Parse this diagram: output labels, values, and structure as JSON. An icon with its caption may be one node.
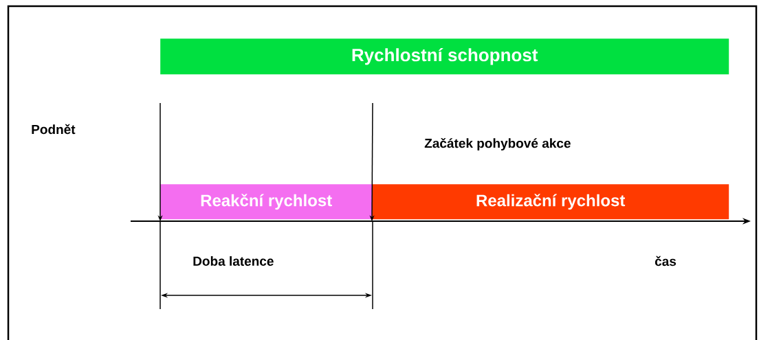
{
  "diagram": {
    "nodes": [
      {
        "text": [
          "Rychlostní schopnost"
        ]
      },
      {
        "text": [
          "Reakční rychlost"
        ]
      },
      {
        "text": [
          "Realizační rychlost"
        ]
      }
    ],
    "edges": [
      {
        "from": null,
        "to": 1,
        "arrow": "to"
      },
      {
        "from": null,
        "to": 2,
        "arrow": "to"
      }
    ],
    "labels": [
      "Podnět",
      "Začátek pohybové akce",
      "Doba latence",
      "čas"
    ]
  }
}
